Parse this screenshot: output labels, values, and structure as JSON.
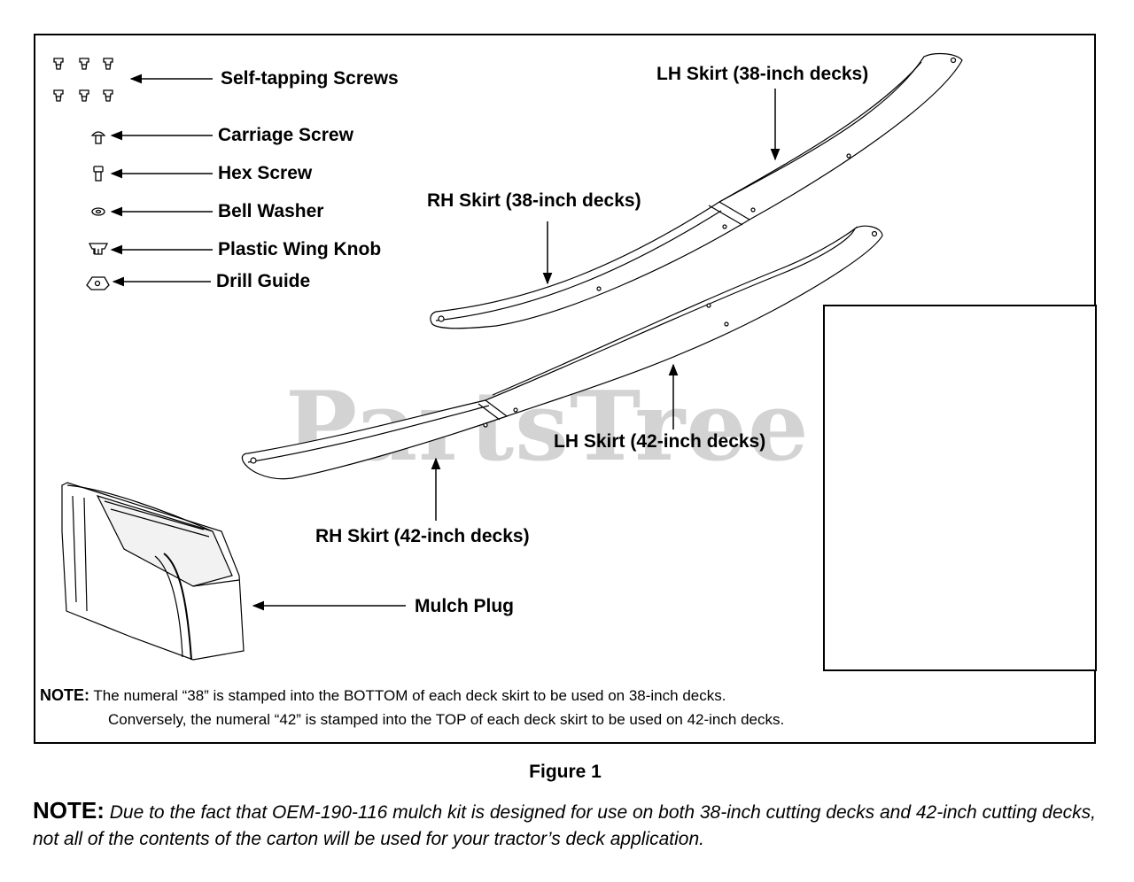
{
  "labels": {
    "self_tapping_screws": "Self-tapping Screws",
    "carriage_screw": "Carriage Screw",
    "hex_screw": "Hex Screw",
    "bell_washer": "Bell Washer",
    "plastic_wing_knob": "Plastic Wing Knob",
    "drill_guide": "Drill Guide",
    "lh_skirt_38": "LH Skirt (38-inch decks)",
    "rh_skirt_38": "RH Skirt (38-inch decks)",
    "lh_skirt_42": "LH Skirt (42-inch decks)",
    "rh_skirt_42": "RH Skirt (42-inch decks)",
    "mulch_plug": "Mulch Plug"
  },
  "watermark": {
    "text": "PartsTree",
    "trademark": "™"
  },
  "inner_note": {
    "lead": "NOTE:",
    "line1": "The numeral “38” is stamped into the BOTTOM of each deck skirt to be used on 38-inch decks.",
    "line2": "Conversely, the numeral “42” is stamped into the TOP of each deck skirt to be used on 42-inch decks."
  },
  "caption": "Figure 1",
  "bottom_note": {
    "lead": "NOTE:",
    "text": "Due to the fact that OEM-190-116 mulch kit is designed for use on both 38-inch cutting decks and 42-inch cutting decks, not all of the contents of the carton will be used for your tractor’s deck application."
  }
}
